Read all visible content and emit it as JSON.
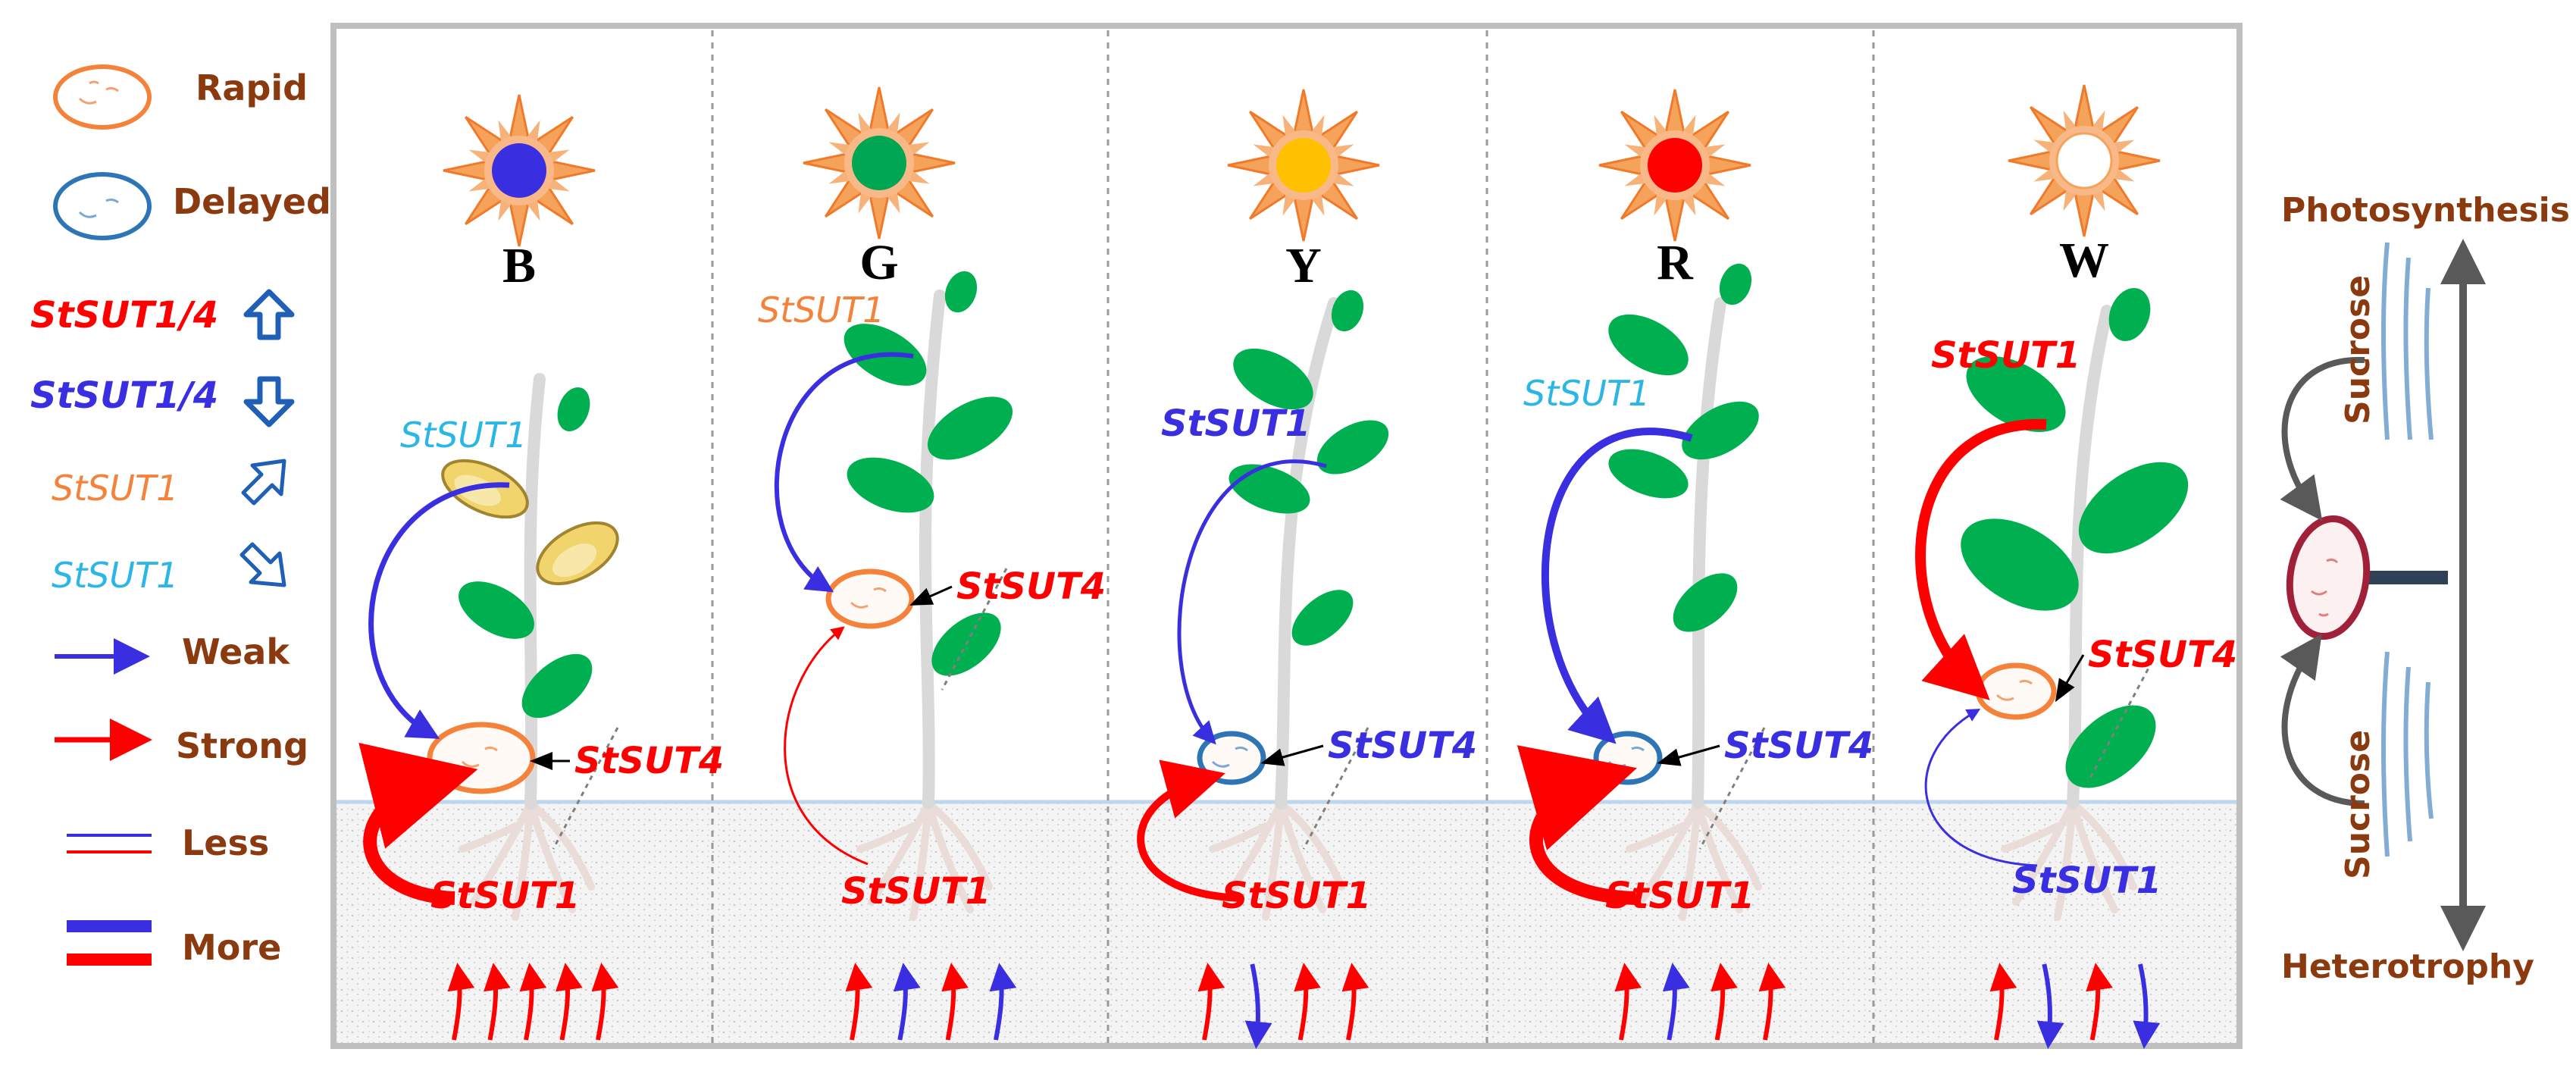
{
  "legend": {
    "rapid": "Rapid",
    "delayed": "Delayed",
    "up_label": "StSUT1/4",
    "down_label": "StSUT1/4",
    "up_light_label": "StSUT1",
    "down_light_label": "StSUT1",
    "weak": "Weak",
    "strong": "Strong",
    "less": "Less",
    "more": "More"
  },
  "panels": [
    {
      "letter": "B",
      "sun_color": "#3a2fe0",
      "leaf_gene": "StSUT1",
      "tuber_gene": "StSUT4",
      "root_gene": "StSUT1"
    },
    {
      "letter": "G",
      "sun_color": "#00a651",
      "leaf_gene": "StSUT1",
      "tuber_gene": "StSUT4",
      "root_gene": "StSUT1"
    },
    {
      "letter": "Y",
      "sun_color": "#ffc000",
      "leaf_gene": "StSUT1",
      "tuber_gene": "StSUT4",
      "root_gene": "StSUT1"
    },
    {
      "letter": "R",
      "sun_color": "#ff0000",
      "leaf_gene": "StSUT1",
      "tuber_gene": "StSUT4",
      "root_gene": "StSUT1"
    },
    {
      "letter": "W",
      "sun_color": "#ffffff",
      "leaf_gene": "StSUT1",
      "tuber_gene": "StSUT4",
      "root_gene": "StSUT1"
    }
  ],
  "right": {
    "top": "Photosynthesis",
    "bottom": "Heterotrophy",
    "sucrose_top": "Sucrose",
    "sucrose_bottom": "Sucrose"
  },
  "colors": {
    "red": "#ff0000",
    "blue": "#3a2fe0",
    "orange": "#f5823a",
    "light_blue": "#2ab6e6",
    "brown": "#8b3a0f",
    "leaf_green": "#00b050",
    "frame": "#bfbfbf"
  }
}
